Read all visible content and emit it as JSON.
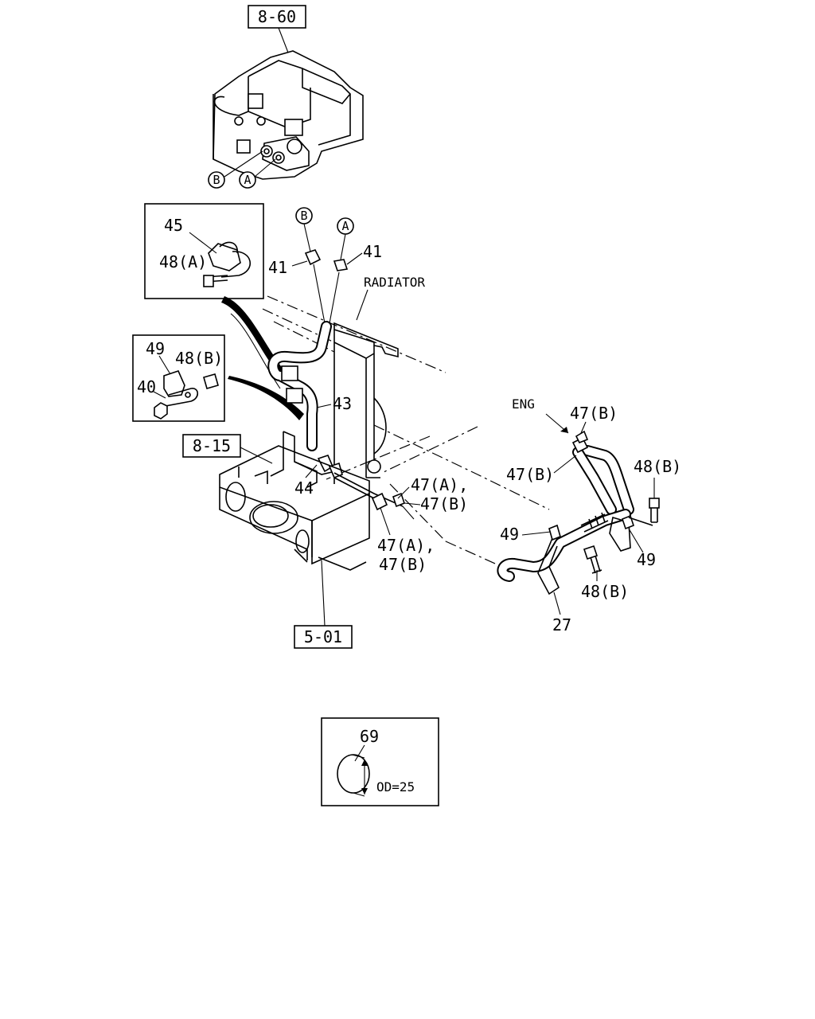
{
  "refs": {
    "ref_860": "8-60",
    "ref_815": "8-15",
    "ref_501": "5-01"
  },
  "markers": {
    "b_top": "B",
    "a_top": "A",
    "b_lower": "B",
    "a_lower": "A"
  },
  "labels": {
    "l45": "45",
    "l48a": "48(A)",
    "l49_inset": "49",
    "l48b_inset": "48(B)",
    "l40": "40",
    "l41_left": "41",
    "l41_right": "41",
    "radiator": "RADIATOR",
    "l43": "43",
    "l44": "44",
    "eng": "ENG",
    "l47b_top": "47(B)",
    "l47b_left": "47(B)",
    "l48b_right": "48(B)",
    "l47a_mid": "47(A),",
    "l47b_mid": "47(B)",
    "l47a_low": "47(A),",
    "l47b_low": "47(B)",
    "l49_mid": "49",
    "l49_right": "49",
    "l48b_low": "48(B)",
    "l27": "27",
    "l69": "69",
    "od": "OD=25"
  }
}
